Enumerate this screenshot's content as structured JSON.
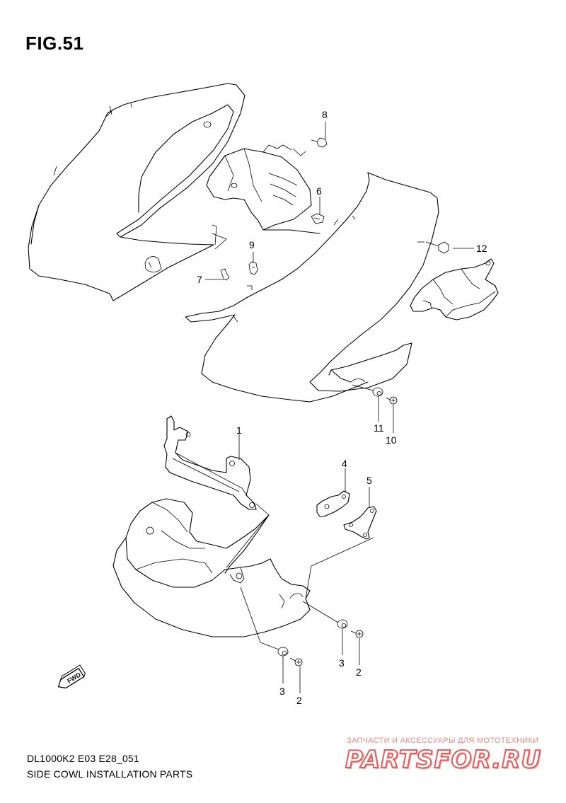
{
  "figure": {
    "title": "FIG.51"
  },
  "footer": {
    "code": "DL1000K2 E03 E28_051",
    "caption": "SIDE COWL INSTALLATION PARTS"
  },
  "watermark": {
    "tagline": "ЗАПЧАСТИ И АКСЕССУАРЫ ДЛЯ МОТОТЕХНИКИ",
    "logo": "PARTSFOR.RU"
  },
  "direction_marker": {
    "label": "FWD"
  },
  "callouts": [
    "8",
    "6",
    "12",
    "9",
    "7",
    "11",
    "10",
    "1",
    "4",
    "5",
    "3",
    "2",
    "3",
    "2"
  ],
  "colors": {
    "line": "#000000",
    "watermark": "#e35a5a"
  }
}
